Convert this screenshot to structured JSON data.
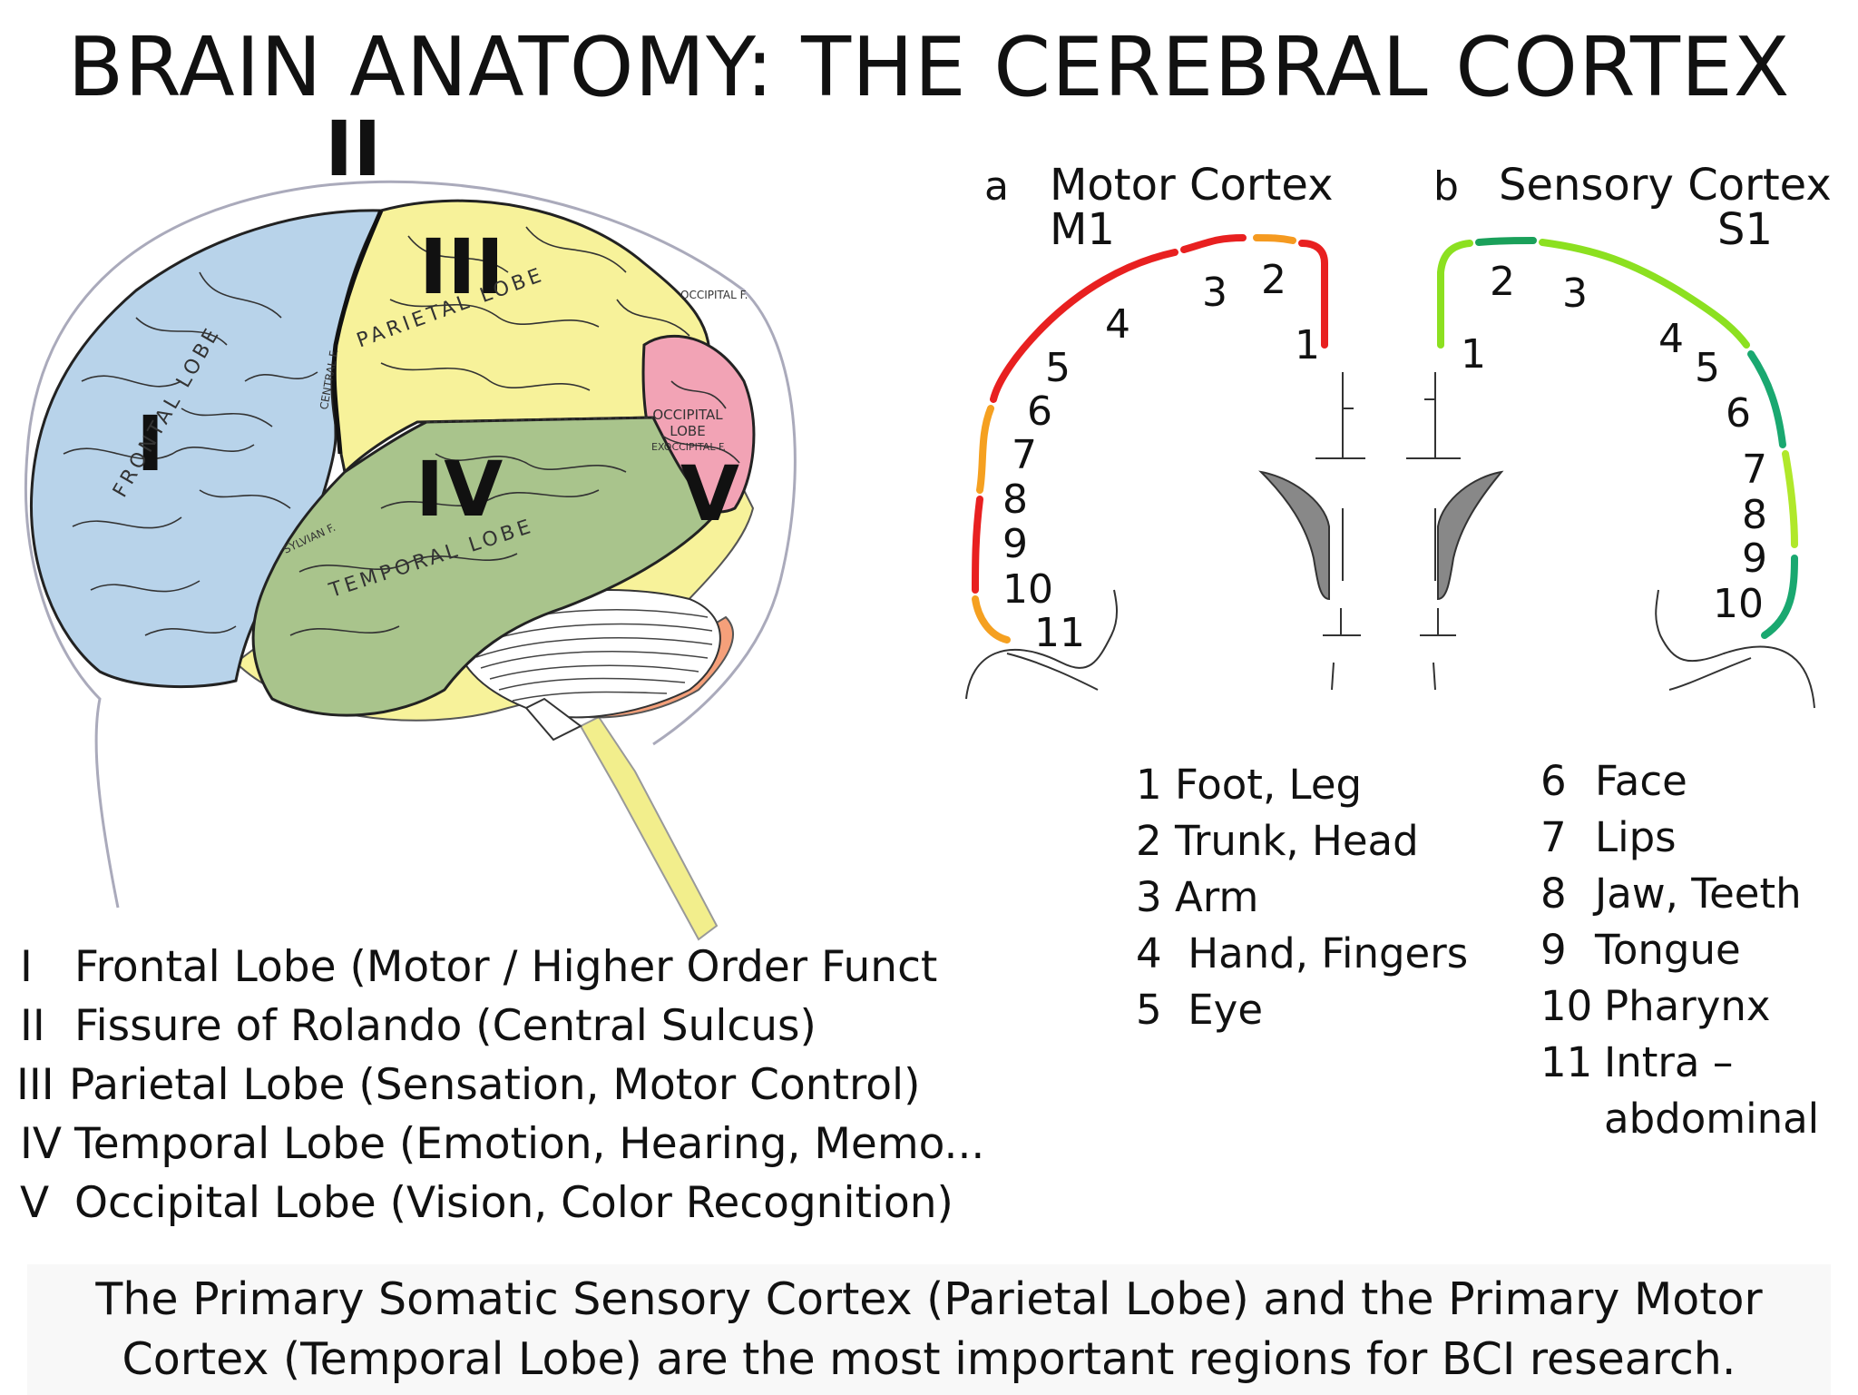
{
  "title": "BRAIN ANATOMY: THE CEREBRAL CORTEX",
  "brain": {
    "markers": {
      "ii": "II",
      "iii": "III",
      "i": "I",
      "iv": "IV",
      "v": "V"
    },
    "labels": {
      "frontal": "FRONTAL LOBE",
      "parietal": "PARIETAL LOBE",
      "temporal": "TEMPORAL LOBE",
      "occipital": "OCCIPITAL LOBE",
      "central_f": "CENTRAL F.",
      "occipital_f": "OCCIPITAL F.",
      "sylvian_f": "SYLVIAN F.",
      "exoccipital_f": "EXOCCIPITAL F."
    },
    "colors": {
      "frontal": "#b8d3ea",
      "parietal": "#f7f29a",
      "temporal": "#a9c48c",
      "occipital": "#f2a3b5",
      "cerebellum_outline": "#f58e6a",
      "brainstem": "#f2ee8c"
    }
  },
  "legend": [
    {
      "num": "I",
      "text": "Frontal Lobe (Motor / Higher Order Funct"
    },
    {
      "num": "II",
      "text": "Fissure of Rolando (Central Sulcus)"
    },
    {
      "num": "III",
      "text": "Parietal Lobe (Sensation, Motor Control)"
    },
    {
      "num": "IV",
      "text": "Temporal Lobe (Emotion, Hearing, Memo..."
    },
    {
      "num": "V",
      "text": "Occipital Lobe (Vision, Color Recognition)"
    }
  ],
  "motor": {
    "letter": "a",
    "title": "Motor  Cortex",
    "code": "M1",
    "numbers": [
      "1",
      "2",
      "3",
      "4",
      "5",
      "6",
      "7",
      "8",
      "9",
      "10",
      "11"
    ]
  },
  "sensory": {
    "letter": "b",
    "title": "Sensory Cortex",
    "code": "S1",
    "numbers": [
      "1",
      "2",
      "3",
      "4",
      "5",
      "6",
      "7",
      "8",
      "9",
      "10"
    ]
  },
  "key_left": [
    {
      "num": "1",
      "text": "Foot, Leg"
    },
    {
      "num": "2",
      "text": "Trunk, Head"
    },
    {
      "num": "3",
      "text": "Arm"
    },
    {
      "num": "4",
      "text": "Hand, Fingers"
    },
    {
      "num": "5",
      "text": "Eye"
    }
  ],
  "key_right": [
    {
      "num": "6",
      "text": "Face"
    },
    {
      "num": "7",
      "text": "Lips"
    },
    {
      "num": "8",
      "text": "Jaw, Teeth"
    },
    {
      "num": "9",
      "text": "Tongue"
    },
    {
      "num": "10",
      "text": "Pharynx"
    },
    {
      "num": "11",
      "text": "Intra –"
    },
    {
      "num": "",
      "text": "abdominal"
    }
  ],
  "caption": "The Primary Somatic Sensory Cortex (Parietal Lobe) and the Primary Motor Cortex (Temporal Lobe) are the most important regions for BCI research.",
  "arc_colors": {
    "motor": [
      "#e82020",
      "#f59a20",
      "#e82020",
      "#e82020",
      "#f5a020",
      "#e82020",
      "#f5a020"
    ],
    "sensory": [
      "#8ce020",
      "#1aa05a",
      "#8ce020",
      "#1aa870",
      "#b0e82a",
      "#1aa870"
    ]
  }
}
